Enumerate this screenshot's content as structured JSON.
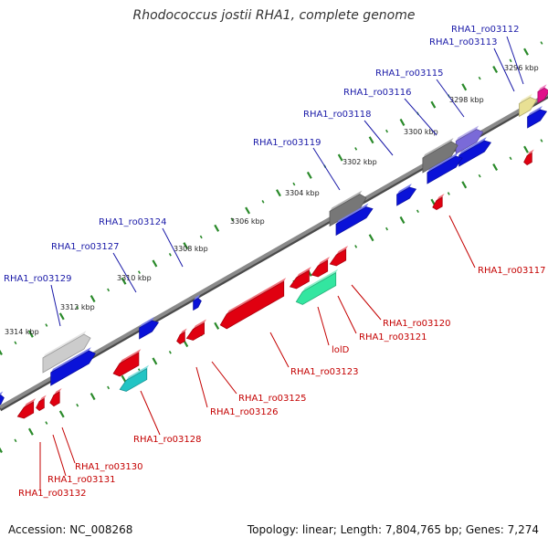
{
  "title": "Rhodococcus jostii RHA1, complete genome",
  "footer": {
    "accession": "Accession: NC_008268",
    "summary": "Topology: linear; Length: 7,804,765 bp; Genes: 7,274"
  },
  "colors": {
    "forward_gene": "#0a12d8",
    "reverse_gene": "#e00010",
    "forward_label": "#1a1aa8",
    "reverse_label": "#c40000",
    "backbone": "#8a8a8a",
    "ruler": "#2a8a2a",
    "gray_feature": "#777777",
    "light_gray_feature": "#cccccc",
    "teal_feature": "#22c4c4",
    "green_feature": "#33e6a0",
    "purple_feature": "#7a6ad8",
    "yellow_feature": "#e8e094",
    "magenta_feature": "#e0108a"
  },
  "scale_labels": [
    "3296 kbp",
    "3298 kbp",
    "3300 kbp",
    "3302 kbp",
    "3304 kbp",
    "3306 kbp",
    "3308 kbp",
    "3310 kbp",
    "3312 kbp",
    "3314 kbp"
  ],
  "top_labels": [
    "RHA1_ro03112",
    "RHA1_ro03113",
    "RHA1_ro03115",
    "RHA1_ro03116",
    "RHA1_ro03118",
    "RHA1_ro03119",
    "RHA1_ro03124",
    "RHA1_ro03127",
    "RHA1_ro03129"
  ],
  "bottom_labels": [
    "RHA1_ro03117",
    "RHA1_ro03120",
    "RHA1_ro03121",
    "lolD",
    "RHA1_ro03123",
    "RHA1_ro03125",
    "RHA1_ro03126",
    "RHA1_ro03128",
    "RHA1_ro03130",
    "RHA1_ro03131",
    "RHA1_ro03132"
  ]
}
